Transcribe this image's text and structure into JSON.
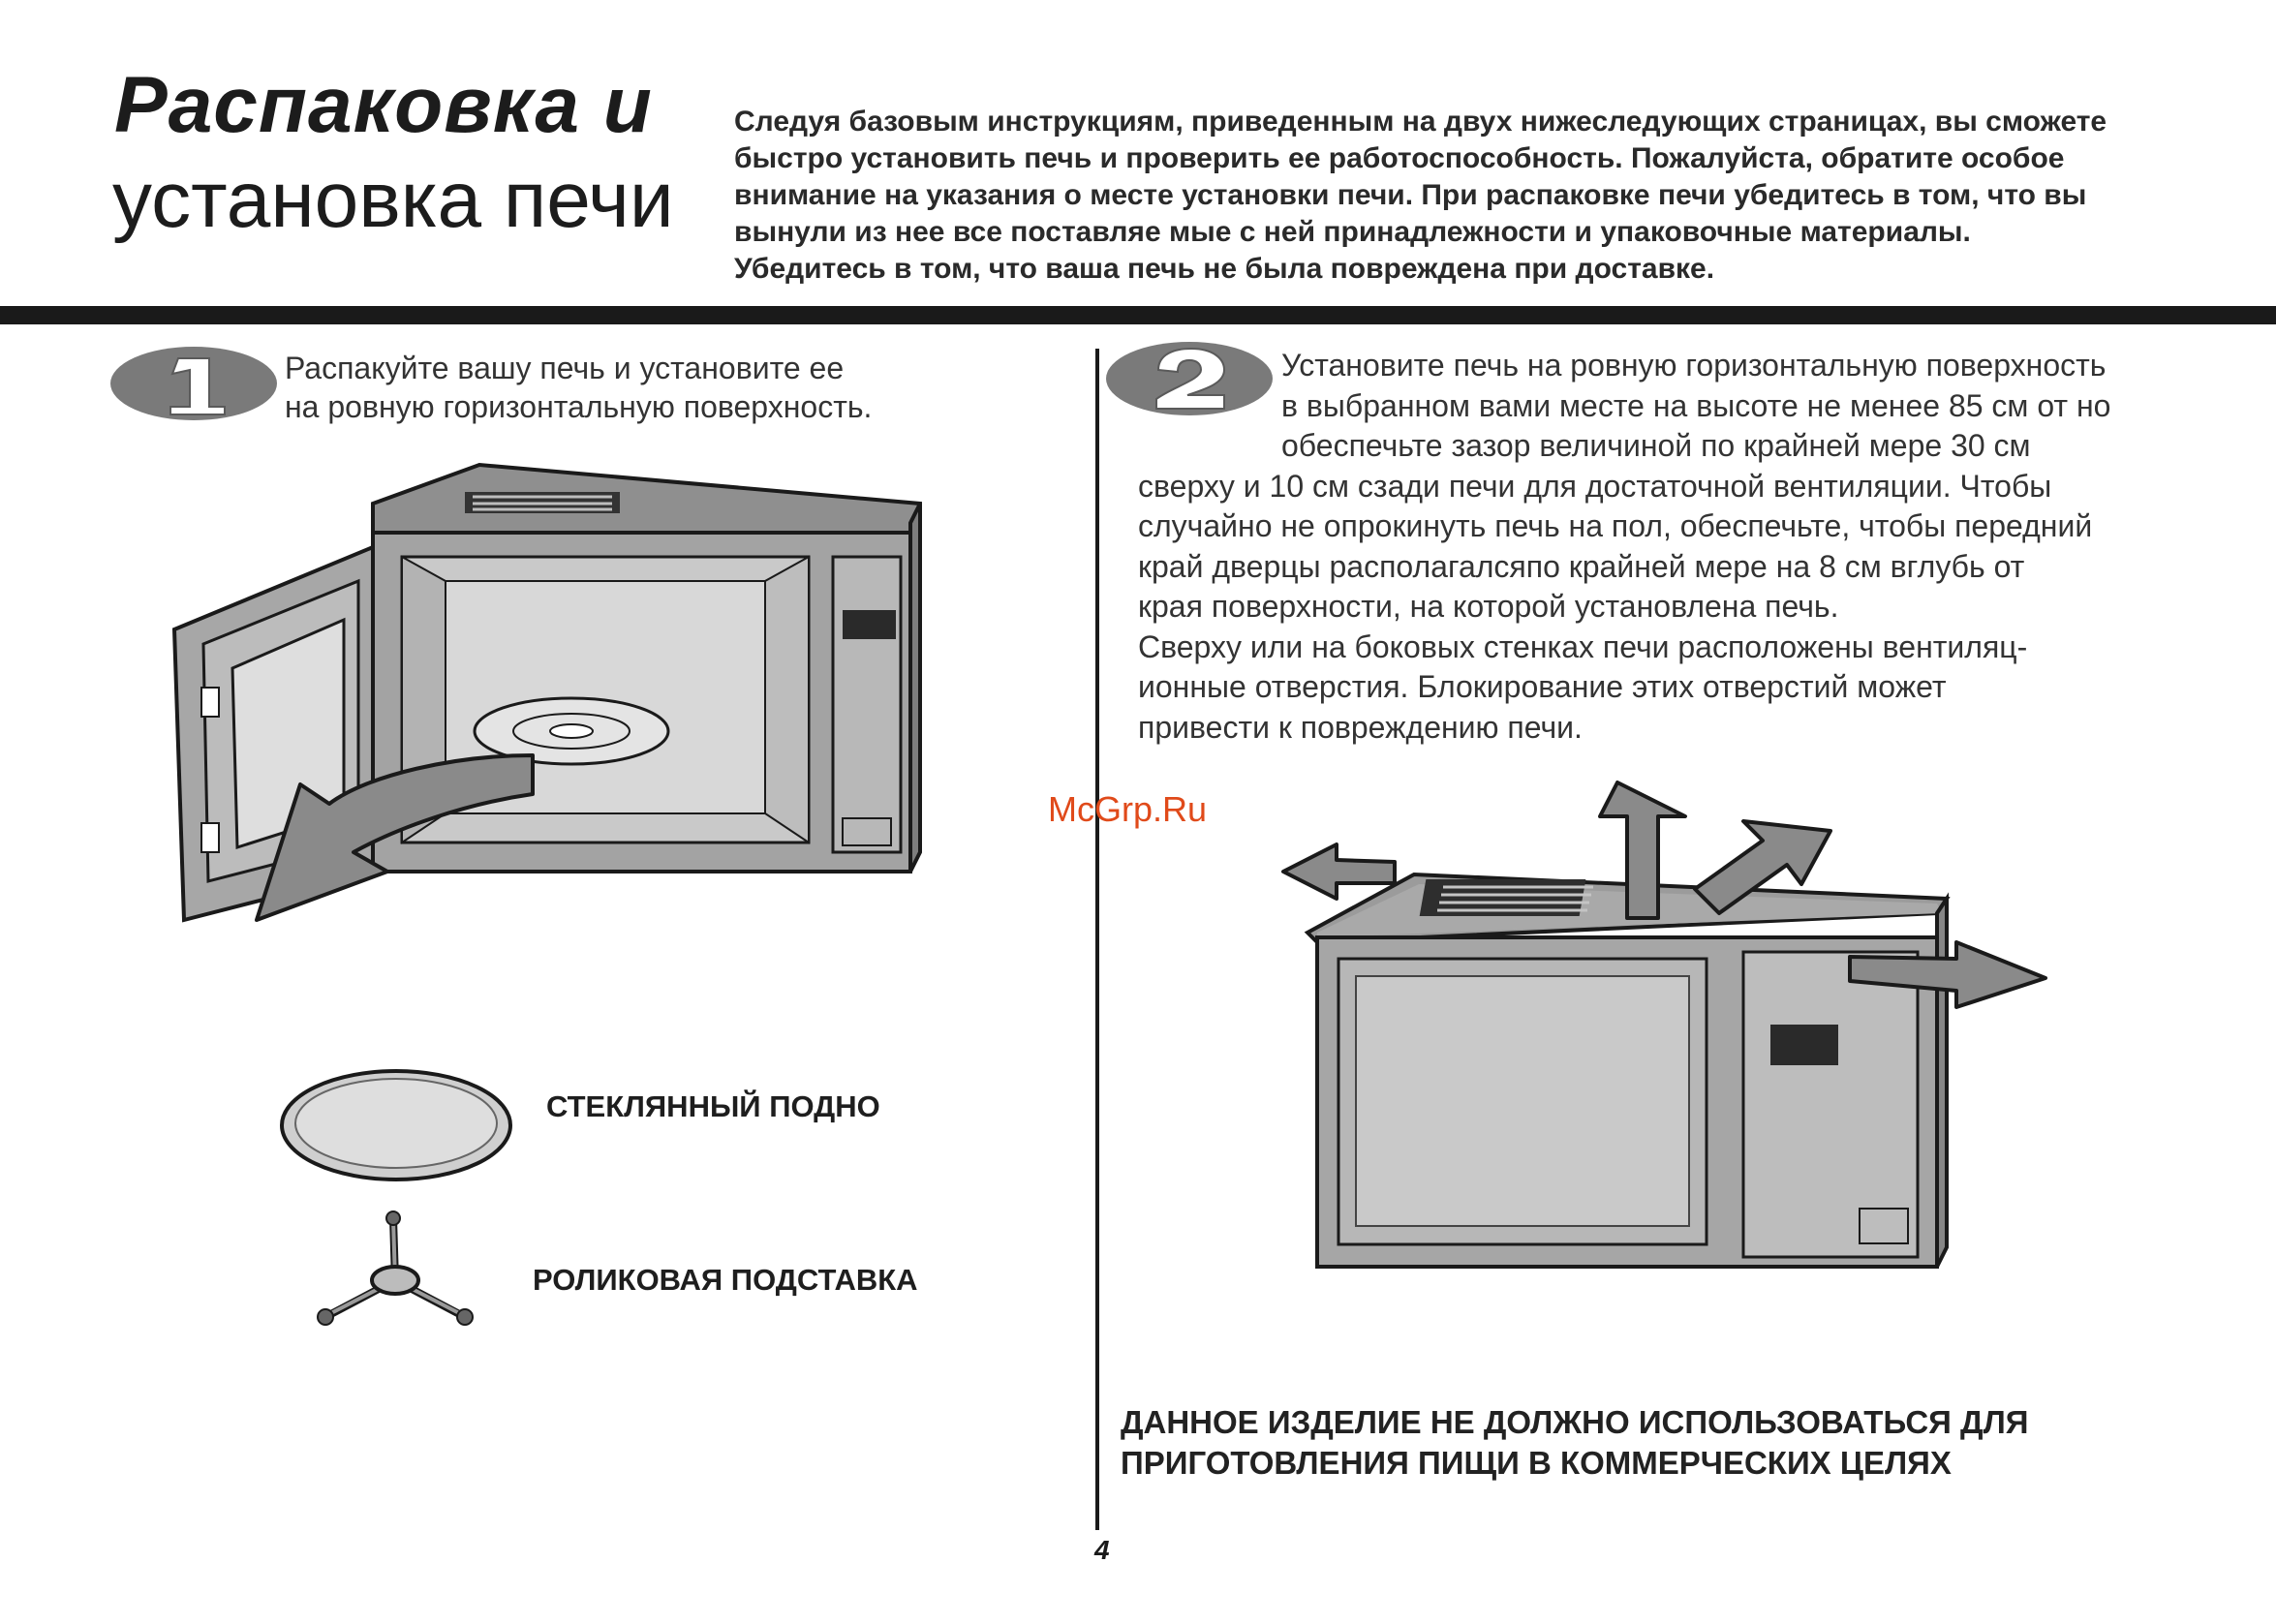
{
  "header": {
    "title_line1": "Распаковка и",
    "title_line2": "установка печи",
    "intro_lines": [
      "Следуя базовым инструкциям, приведенным на двух нижеследующих страницах, вы сможете",
      "быстро установить печь и проверить ее работоспособность. Пожалуйста, обратите особое",
      "внимание на указания о месте установки печи. При распаковке печи убедитесь в том, что вы",
      "вынули из нее все поставляе мые с ней принадлежности и упаковочные материалы.",
      "Убедитесь в том, что ваша печь не была повреждена при доставке."
    ]
  },
  "step1": {
    "number": "1",
    "lines": [
      "Распакуйте вашу печь и установите ее",
      "на ровную горизонтальную поверхность."
    ],
    "parts": {
      "glass_tray": "СТЕКЛЯННЫЙ ПОДНО",
      "roller_rest": "РОЛИКОВАЯ ПОДСТАВКА"
    }
  },
  "step2": {
    "number": "2",
    "lines": [
      "Установите печь на ровную горизонтальную поверхность",
      "в выбранном вами месте на высоте не менее 85 см от но",
      "обеспечьте зазор величиной по крайней мере 30 см",
      "сверху и 10 см сзади печи для достаточной вентиляции. Чтобы",
      "случайно не опрокинуть печь на пол,  обеспечьте, чтобы передний",
      "край дверцы располагалсяпо крайней мере на 8 см  вглубь от",
      "края поверхности, на которой установлена печь.",
      "Сверху или на боковых стенках печи расположены вентиляц-",
      "ионные отверстия. Блокирование этих отверстий может",
      "привести к повреждению печи."
    ]
  },
  "warning": {
    "lines": [
      "ДАННОЕ ИЗДЕЛИЕ НЕ ДОЛЖНО ИСПОЛЬЗОВАТЬСЯ ДЛЯ",
      "ПРИГОТОВЛЕНИЯ ПИЩИ В КОММЕРЧЕСКИХ ЦЕЛЯХ"
    ]
  },
  "watermark": "McGrp.Ru",
  "page_number": "4",
  "colors": {
    "ink": "#1a1a1a",
    "oven_body": "#9a9a9a",
    "oven_light": "#d4d4d4",
    "badge": "#7a7a7a",
    "watermark": "#e04a1a"
  },
  "icons": {
    "step1_badge": "number-one-badge-icon",
    "step2_badge": "number-two-badge-icon",
    "open_oven": "open-microwave-illustration",
    "closed_oven": "closed-microwave-ventilation-illustration",
    "glass_tray": "glass-tray-icon",
    "roller_rest": "roller-rest-icon"
  }
}
